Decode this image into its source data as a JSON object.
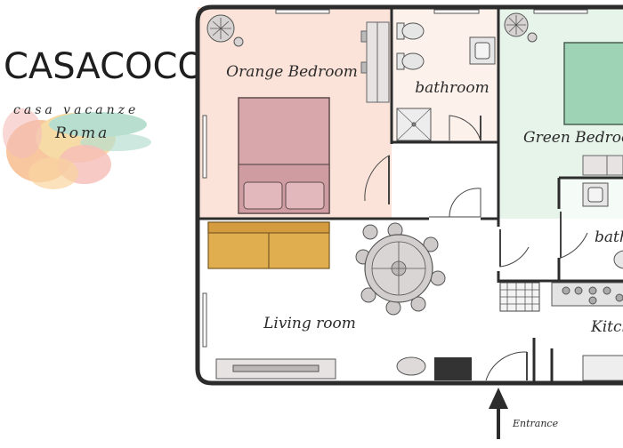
{
  "logo": {
    "title": "CASACOCO",
    "subtitle": "casa vacanze",
    "city": "Roma",
    "colors": [
      "#f7b57f",
      "#f4cf8a",
      "#9fd3c0",
      "#f2a6a0"
    ]
  },
  "rooms": {
    "orange_bedroom": "Orange Bedroom",
    "bathroom_1": "bathroom",
    "green_bedroom": "Green Bedroom",
    "bathroom_2": "bathroom",
    "living_room": "Living room",
    "kitchen": "Kitchen"
  },
  "entrance_label": "Entrance",
  "colors": {
    "orange_bedroom_floor": "#fbe3d9",
    "bathroom_floor": "#fdf1ec",
    "green_bedroom_floor": "#e6f4ea",
    "bed_pink": "#d8a7ab",
    "bed_green": "#9fd3b5",
    "sofa": "#e0ad4f",
    "wall": "#2c2c2c"
  }
}
